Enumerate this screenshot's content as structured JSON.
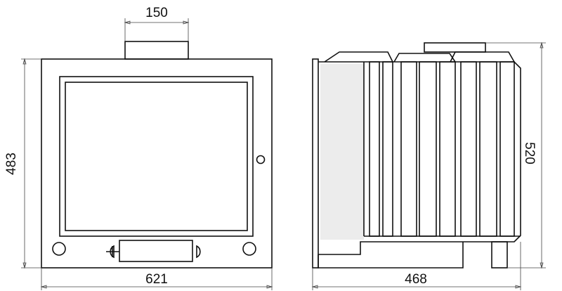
{
  "front_view": {
    "top_width_label": "150",
    "height_label": "483",
    "width_label": "621"
  },
  "side_view": {
    "height_label": "520",
    "depth_label": "468"
  },
  "colors": {
    "line": "#111111",
    "background": "#ffffff",
    "shading": "#ececec"
  }
}
